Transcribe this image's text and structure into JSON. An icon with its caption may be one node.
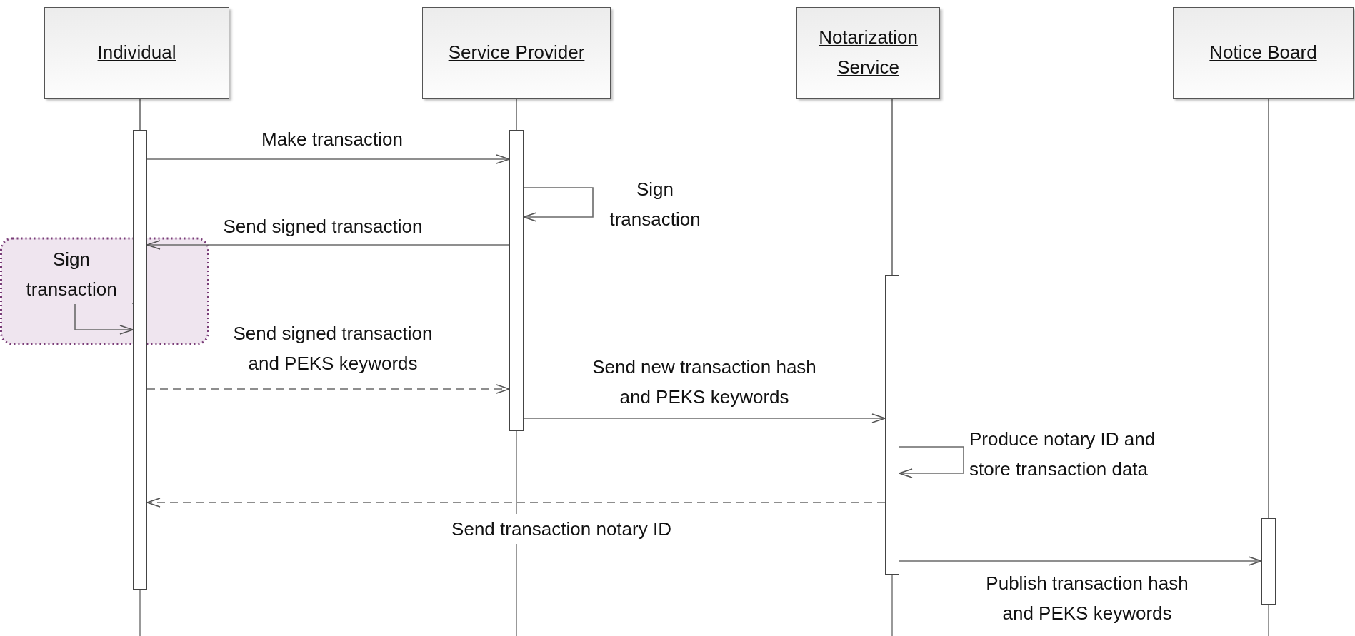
{
  "diagram": {
    "nodes": [
      {
        "text": [
          "Individual"
        ]
      },
      {
        "text": [
          "Service Provider"
        ]
      },
      {
        "text": [
          "Notarization Service"
        ]
      },
      {
        "text": [
          "Notice Board"
        ]
      },
      {
        "text": [],
        "shape": "bar"
      },
      {
        "text": [],
        "shape": "bar"
      },
      {
        "text": [],
        "shape": "bar"
      },
      {
        "text": [],
        "shape": "bar"
      }
    ],
    "edges": [
      {
        "from": 0,
        "to": 4,
        "arrow": "none"
      },
      {
        "from": 1,
        "to": 5,
        "arrow": "none"
      },
      {
        "from": 2,
        "to": 6,
        "arrow": "none"
      },
      {
        "from": 3,
        "to": 7,
        "arrow": "none"
      },
      {
        "from": 4,
        "to": 5,
        "arrow": "to",
        "label": "Make transaction"
      },
      {
        "from": 5,
        "to": 5,
        "arrow": "to",
        "label": "Sign transaction"
      },
      {
        "from": 5,
        "to": 4,
        "arrow": "to",
        "label": "Send signed transaction"
      },
      {
        "from": 4,
        "to": 4,
        "arrow": "to",
        "label": "Sign transaction"
      },
      {
        "from": 4,
        "to": 5,
        "arrow": "to",
        "label": "Send signed transaction and PEKS keywords",
        "style": "dashed"
      },
      {
        "from": 5,
        "to": 6,
        "arrow": "to",
        "label": "Send new transaction hash and PEKS keywords"
      },
      {
        "from": 6,
        "to": 6,
        "arrow": "to",
        "label": "Produce notary ID and store transaction data"
      },
      {
        "from": 6,
        "to": 4,
        "arrow": "to",
        "label": "Send transaction notary ID",
        "style": "dashed"
      },
      {
        "from": 6,
        "to": 7,
        "arrow": "to",
        "label": "Publish transaction hash and PEKS keywords"
      }
    ]
  }
}
